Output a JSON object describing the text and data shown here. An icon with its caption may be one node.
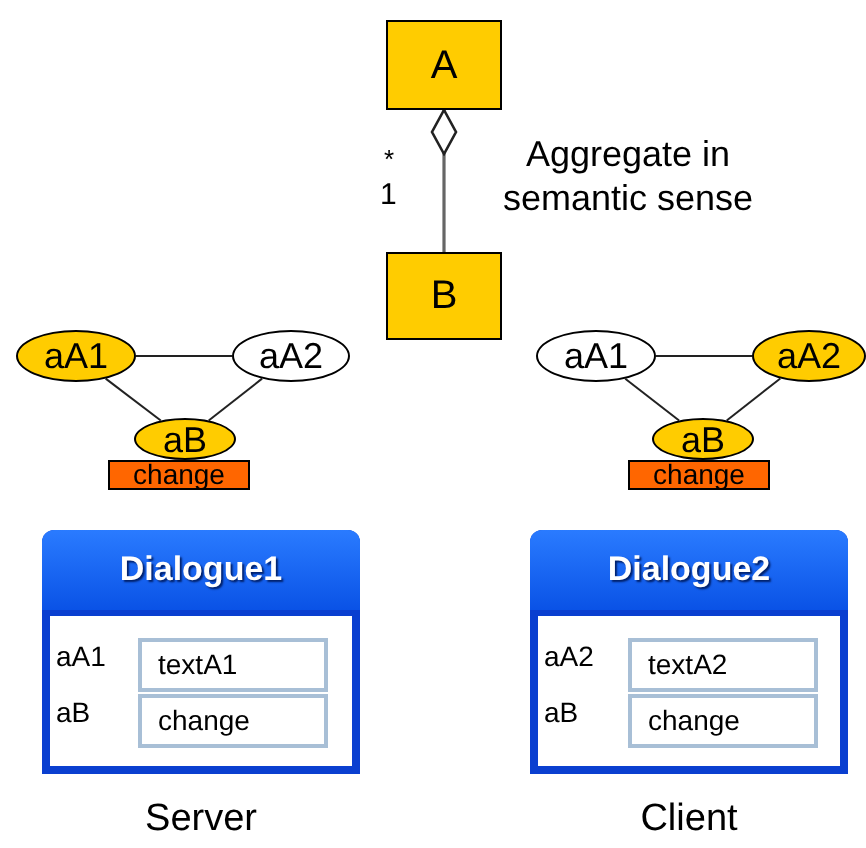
{
  "diagram": {
    "nodes": [
      {
        "text": [
          "A"
        ]
      },
      {
        "text": [
          "B"
        ]
      },
      {
        "text": [
          "aA1"
        ]
      },
      {
        "text": [
          "aA2"
        ]
      },
      {
        "text": [
          "aB"
        ]
      },
      {
        "text": [
          "change"
        ]
      },
      {
        "text": [
          "aA1"
        ]
      },
      {
        "text": [
          "aA2"
        ]
      },
      {
        "text": [
          "aB"
        ]
      },
      {
        "text": [
          "change"
        ]
      },
      {
        "text": [
          "Dialogue1",
          "aA1",
          "aB"
        ],
        "beside": [
          "Server"
        ]
      },
      {
        "text": [
          "textA1"
        ],
        "in": 10
      },
      {
        "text": [
          "change"
        ],
        "in": 10
      },
      {
        "text": [
          "Dialogue2",
          "aA2",
          "aB"
        ],
        "beside": [
          "Client"
        ]
      },
      {
        "text": [
          "textA2"
        ],
        "in": 13
      },
      {
        "text": [
          "change"
        ],
        "in": 13
      }
    ],
    "edges": [
      {
        "from": 1,
        "to": 0,
        "arrow": "other"
      },
      {
        "from": 2,
        "to": 3,
        "arrow": "none"
      },
      {
        "from": 2,
        "to": 4,
        "arrow": "none"
      },
      {
        "from": 3,
        "to": 4,
        "arrow": "none"
      },
      {
        "from": 6,
        "to": 7,
        "arrow": "none"
      },
      {
        "from": 6,
        "to": 8,
        "arrow": "none"
      },
      {
        "from": 7,
        "to": 8,
        "arrow": "none"
      }
    ],
    "labels": [
      "*",
      "1",
      "Aggregate in semantic sense"
    ]
  }
}
